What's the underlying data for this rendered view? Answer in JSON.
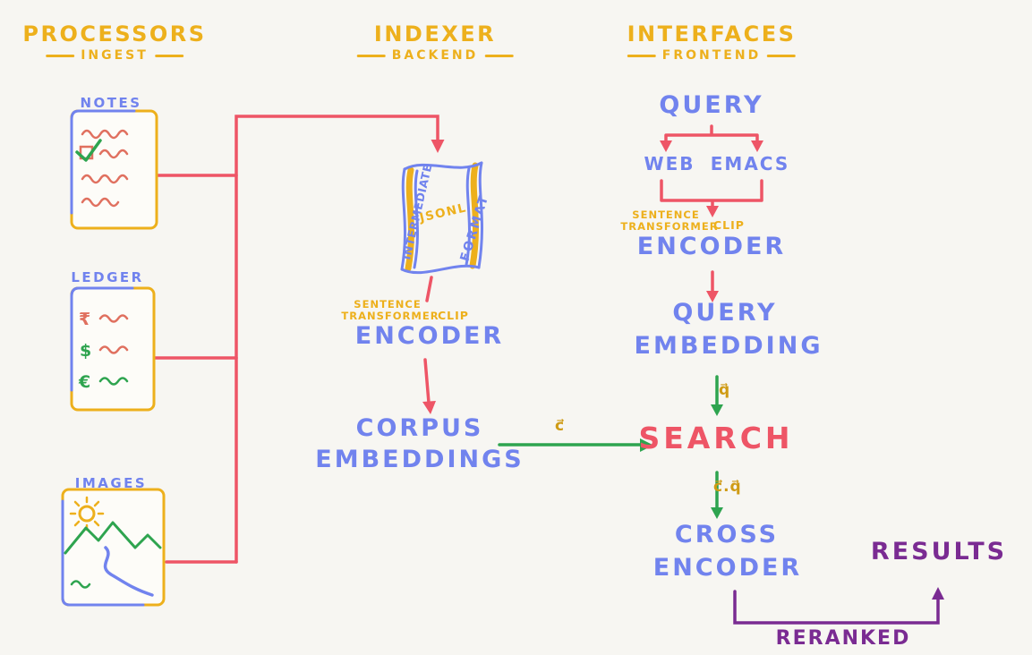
{
  "palette": {
    "yellow": "#edb01c",
    "blue": "#7183ee",
    "red": "#ee5566",
    "salmon": "#e0705f",
    "green": "#2ea44f",
    "purple": "#7a2b92",
    "background": "#f7f6f2"
  },
  "headers": {
    "processors": {
      "title": "PROCESSORS",
      "subtitle": "INGEST"
    },
    "indexer": {
      "title": "INDEXER",
      "subtitle": "BACKEND"
    },
    "interfaces": {
      "title": "INTERFACES",
      "subtitle": "FRONTEND"
    }
  },
  "processors": {
    "notes_label": "NOTES",
    "ledger_label": "LEDGER",
    "images_label": "IMAGES",
    "ledger_symbols": [
      "₹",
      "$",
      "€"
    ]
  },
  "indexer": {
    "scroll_left": "INTERMEDIATE",
    "scroll_center": "JSONL",
    "scroll_right": "FORMAT",
    "pre_encoder_line1": "SENTENCE",
    "pre_encoder_line2": "TRANSFORMER",
    "pre_encoder_side": "CLIP",
    "encoder": "ENCODER",
    "corpus_line1": "CORPUS",
    "corpus_line2": "EMBEDDINGS"
  },
  "interfaces": {
    "query": "QUERY",
    "web": "WEB",
    "emacs": "EMACS",
    "pre_encoder_line1": "SENTENCE",
    "pre_encoder_line2": "TRANSFORMER",
    "pre_encoder_side": "CLIP",
    "encoder": "ENCODER",
    "query_embedding_line1": "QUERY",
    "query_embedding_line2": "EMBEDDING",
    "search": "SEARCH",
    "cross_line1": "CROSS",
    "cross_line2": "ENCODER",
    "results": "RESULTS",
    "reranked": "RERANKED"
  },
  "vector_labels": {
    "corpus": "c⃗",
    "query": "q⃗",
    "dot_product": "c⃗.q⃗"
  }
}
